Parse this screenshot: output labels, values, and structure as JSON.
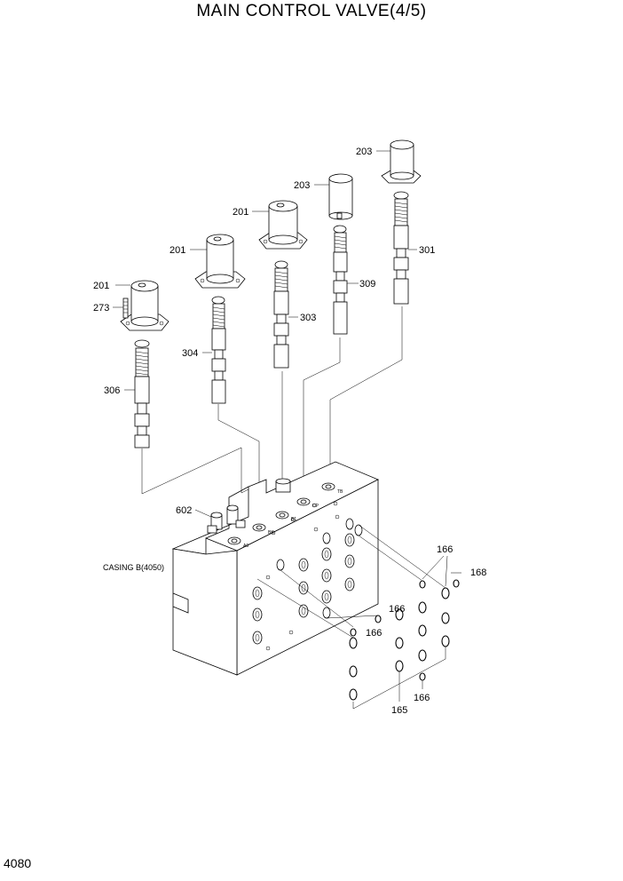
{
  "title": "MAIN CONTROL VALVE(4/5)",
  "page_number": "4080",
  "callouts": {
    "p201a": "201",
    "p201b": "201",
    "p201c": "201",
    "p203a": "203",
    "p203b": "203",
    "p273": "273",
    "p301": "301",
    "p303": "303",
    "p304": "304",
    "p306": "306",
    "p309": "309",
    "p602": "602",
    "p166a": "166",
    "p166b": "166",
    "p166c": "166",
    "p166d": "166",
    "p168": "168",
    "p165": "165",
    "casing": "CASING B(4050)"
  },
  "port_marks": {
    "a": "TB",
    "b": "CP",
    "c": "B1",
    "d": "BK",
    "e": "A0"
  }
}
